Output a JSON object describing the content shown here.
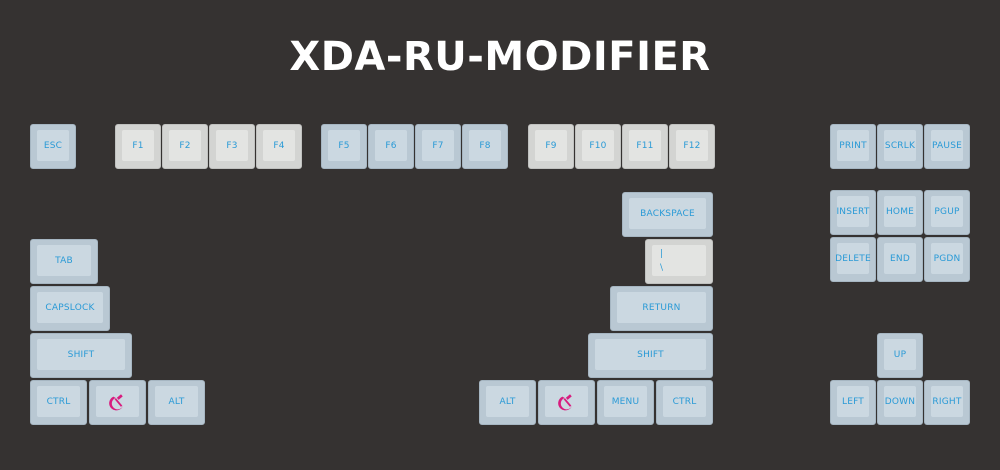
{
  "title": "XDA-RU-MODIFIER",
  "keys": {
    "esc": "ESC",
    "f1": "F1",
    "f2": "F2",
    "f3": "F3",
    "f4": "F4",
    "f5": "F5",
    "f6": "F6",
    "f7": "F7",
    "f8": "F8",
    "f9": "F9",
    "f10": "F10",
    "f11": "F11",
    "f12": "F12",
    "print": "PRINT",
    "scrlk": "SCRLK",
    "pause": "PAUSE",
    "backspace": "BACKSPACE",
    "insert": "INSERT",
    "home": "HOME",
    "pgup": "PGUP",
    "tab": "TAB",
    "pipe": "|",
    "backslash": "\\",
    "delete": "DELETE",
    "end": "END",
    "pgdn": "PGDN",
    "capslock": "CAPSLOCK",
    "return": "RETURN",
    "lshift": "SHIFT",
    "rshift": "SHIFT",
    "up": "UP",
    "lctrl": "CTRL",
    "lalt": "ALT",
    "ralt": "ALT",
    "menu": "MENU",
    "rctrl": "CTRL",
    "left": "LEFT",
    "down": "DOWN",
    "right": "RIGHT"
  },
  "colors": {
    "background": "#353231",
    "keycap_blue": "#b9c8d3",
    "keycap_grey": "#d3d4d2",
    "legend": "#2a9ad6",
    "hammer_sickle": "#d81b7e"
  },
  "icons": {
    "left_win": "hammer-sickle-icon",
    "right_win": "hammer-sickle-icon"
  }
}
